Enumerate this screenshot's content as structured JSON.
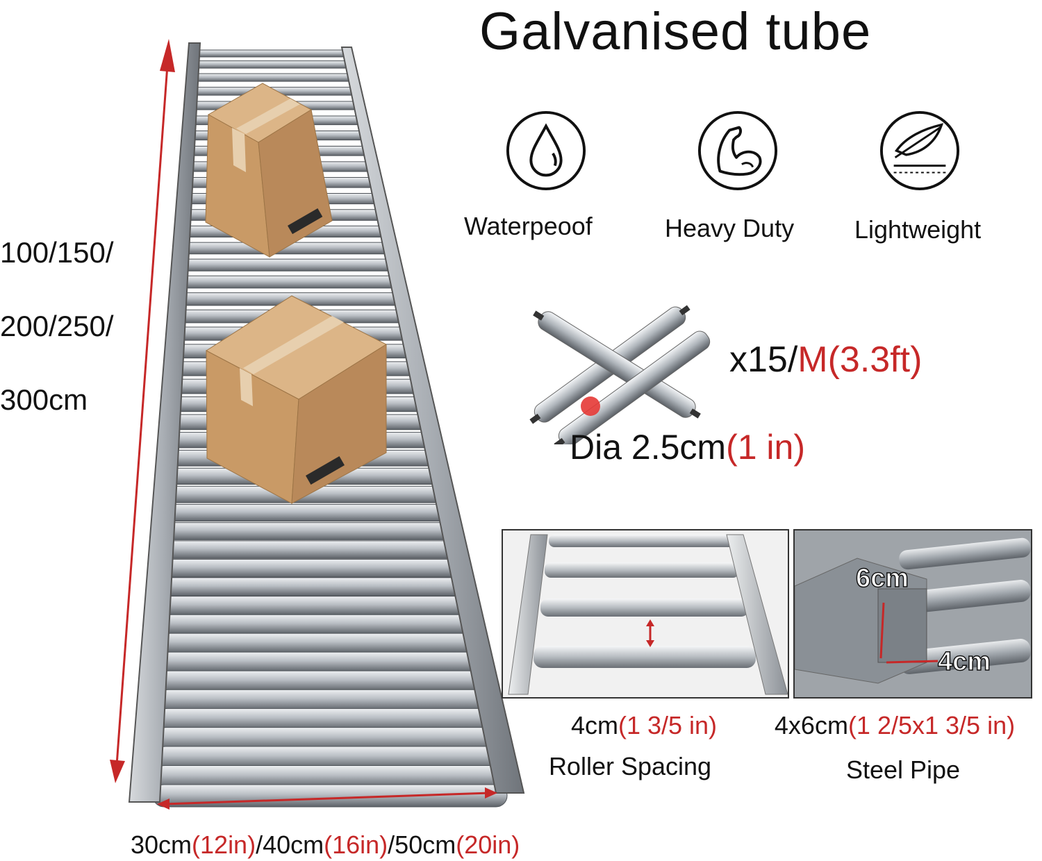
{
  "title": "Galvanised tube",
  "length_options": {
    "line1": "100/150/",
    "line2": "200/250/",
    "line3": "300cm"
  },
  "width_options": {
    "p1": "30cm",
    "p2": "(12in)",
    "p3": "/40cm",
    "p4": "(16in)",
    "p5": "/50cm",
    "p6": "(20in)"
  },
  "features": [
    {
      "label": "Waterpeoof",
      "icon": "water-drop-icon"
    },
    {
      "label": "Heavy Duty",
      "icon": "flexed-arm-icon"
    },
    {
      "label": "Lightweight",
      "icon": "feather-icon"
    }
  ],
  "rollers": {
    "qty_prefix": "x15/",
    "qty_suffix": "M(3.3ft)",
    "dia_prefix": "Dia 2.5cm",
    "dia_suffix": "(1 in)"
  },
  "spacing": {
    "value_prefix": "4cm",
    "value_suffix": "(1 3/5 in)",
    "label": "Roller Spacing"
  },
  "pipe": {
    "value_prefix": "4x6cm",
    "value_suffix": "(1 2/5x1 3/5 in)",
    "label": "Steel Pipe",
    "dim_height": "6cm",
    "dim_width": "4cm"
  },
  "colors": {
    "accent_red": "#c62828",
    "steel": "#9aa0a6",
    "box": "#c99a66"
  }
}
